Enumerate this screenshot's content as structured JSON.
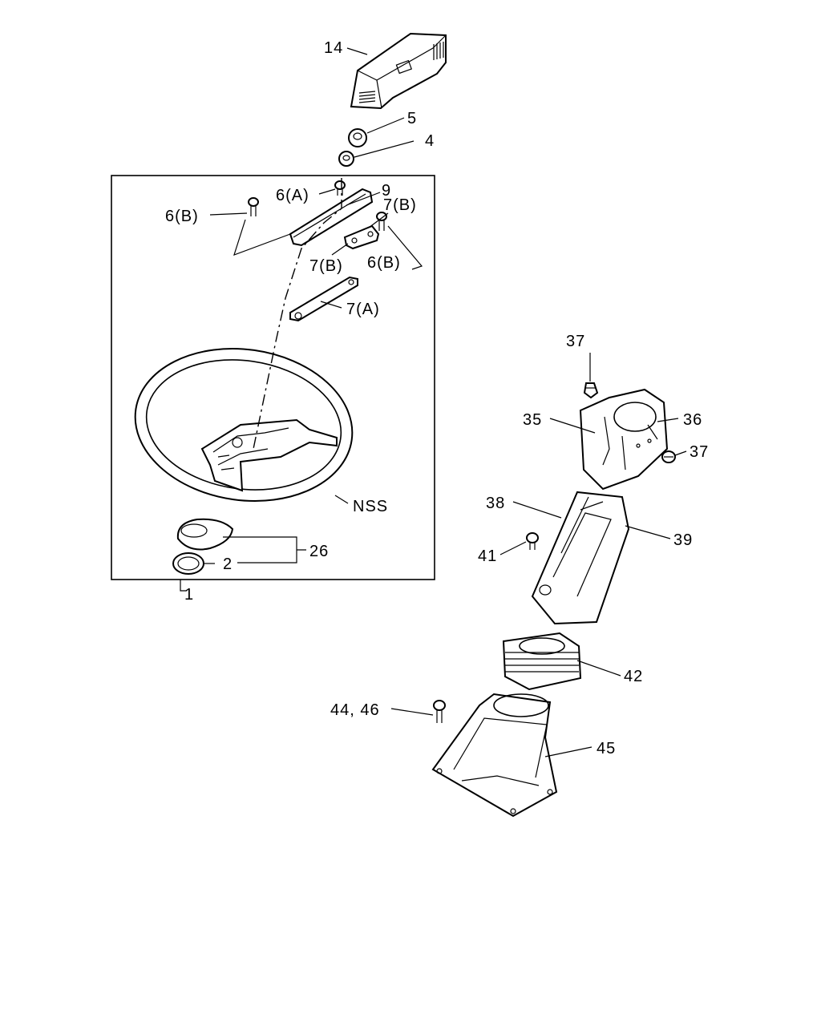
{
  "diagram": {
    "labels": {
      "p14": "14",
      "p5": "5",
      "p4": "4",
      "p6a": "6(A)",
      "p9": "9",
      "p6b_left": "6(B)",
      "p7b_right": "7(B)",
      "p7b_left": "7(B)",
      "p6b_right": "6(B)",
      "p7a": "7(A)",
      "nss": "NSS",
      "p26": "26",
      "p2": "2",
      "p1": "1",
      "p37_top": "37",
      "p35": "35",
      "p36": "36",
      "p37_right": "37",
      "p38": "38",
      "p39": "39",
      "p41": "41",
      "p42": "42",
      "p44_46": "44, 46",
      "p45": "45"
    }
  }
}
